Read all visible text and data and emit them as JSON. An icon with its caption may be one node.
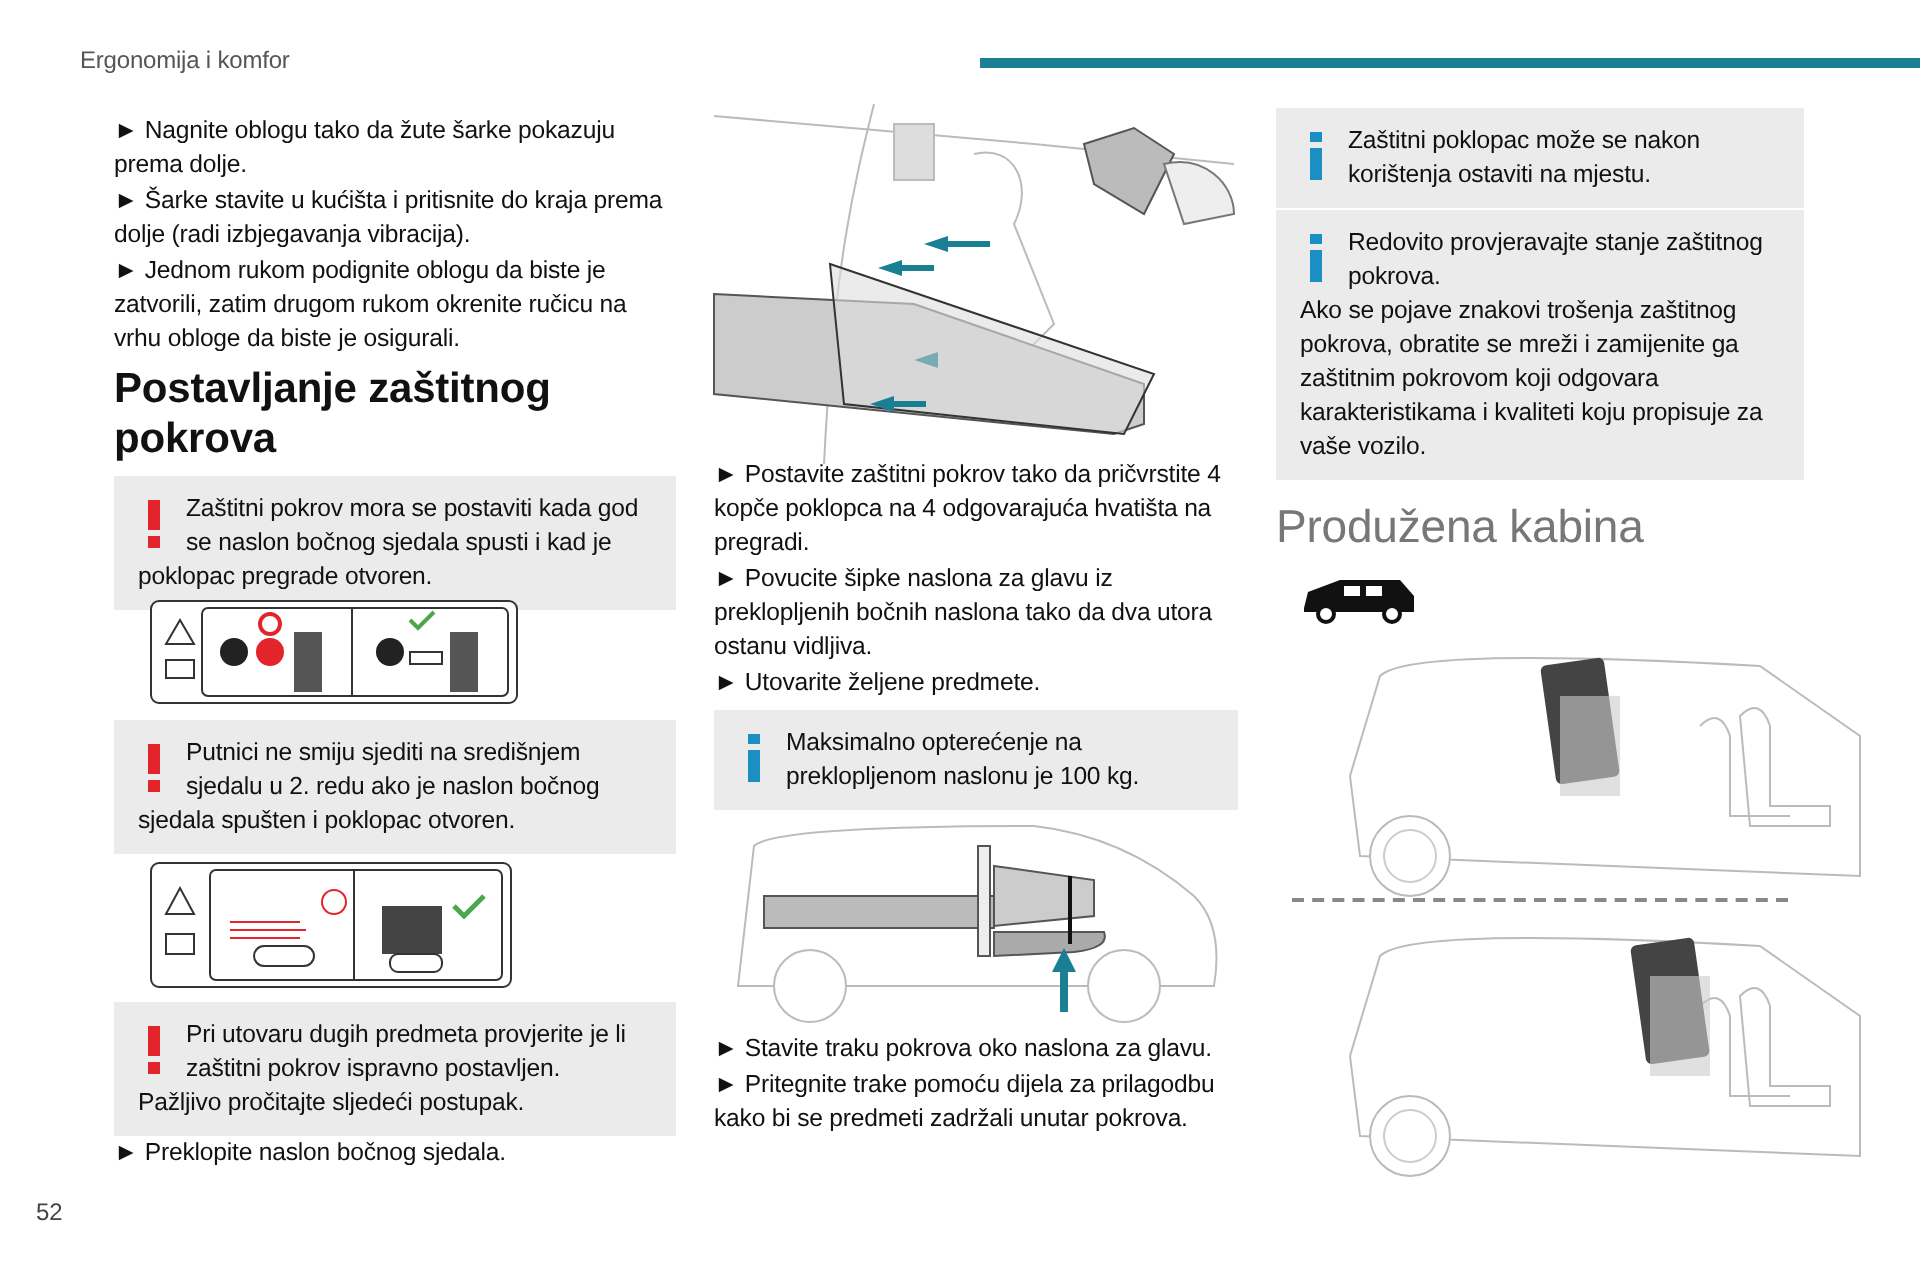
{
  "diagram": {
    "labels": [
      "Ergonomija i komfor",
      "52",
      "► Nagnite oblogu tako da žute šarke pokazuju prema dolje.",
      "► Šarke stavite u kućišta i pritisnite do kraja prema dolje (radi izbjegavanja vibracija).",
      "► Jednom rukom podignite oblogu da biste je zatvorili, zatim drugom rukom okrenite ručicu na vrhu obloge da biste je osigurali.",
      "Postavljanje zaštitnog pokrova",
      "Zaštitni pokrov mora se postaviti kada god se naslon bočnog sjedala spusti i kad je poklopac pregrade otvoren.",
      "Putnici ne smiju sjediti na središnjem sjedalu u 2. redu ako je naslon bočnog sjedala spušten i poklopac otvoren.",
      "Pri utovaru dugih predmeta provjerite je li zaštitni pokrov ispravno postavljen.",
      "Pažljivo pročitajte sljedeći postupak.",
      "► Preklopite naslon bočnog sjedala.",
      "► Postavite zaštitni pokrov tako da pričvrstite 4 kopče poklopca na 4 odgovarajuća hvatišta na pregradi.",
      "► Povucite šipke naslona za glavu iz preklopljenih bočnih naslona tako da dva utora ostanu vidljiva.",
      "► Utovarite željene predmete.",
      "Maksimalno opterećenje na preklopljenom naslonu je 100 kg.",
      "► Stavite traku pokrova oko naslona za glavu.",
      "► Pritegnite trake pomoću dijela za prilagodbu kako bi se predmeti zadržali unutar pokrova.",
      "Zaštitni poklopac može se nakon korištenja ostaviti na mjestu.",
      "Redovito provjeravajte stanje zaštitnog pokrova.",
      "Ako se pojave znakovi trošenja zaštitnog pokrova, obratite se mreži i zamijenite ga zaštitnim pokrovom koji odgovara karakteristikama i kvaliteti koju propisuje za vaše vozilo.",
      "Produžena kabina"
    ]
  }
}
